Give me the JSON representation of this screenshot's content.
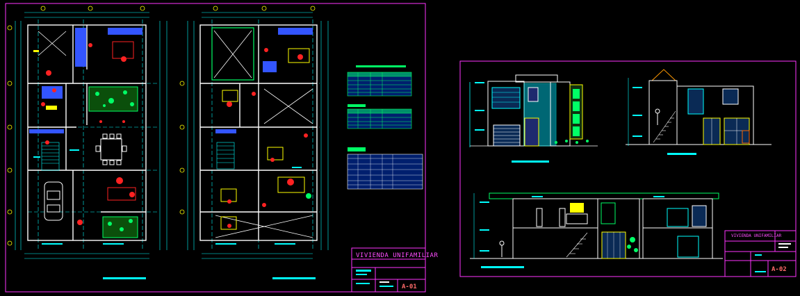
{
  "sheet1": {
    "project_title": "VIVIENDA UNIFAMILIAR",
    "sheet_code": "A-01"
  },
  "sheet2": {
    "project_title": "VIVIENDA UNIFAMILIAR",
    "sheet_code": "A-02"
  },
  "colors": {
    "background": "#000000",
    "frame": "#ff33ff",
    "walls": "#ffffff",
    "dimensions": "#00ffff",
    "furniture": "#ff2222",
    "vegetation": "#00ff66",
    "accent": "#ffff00"
  }
}
